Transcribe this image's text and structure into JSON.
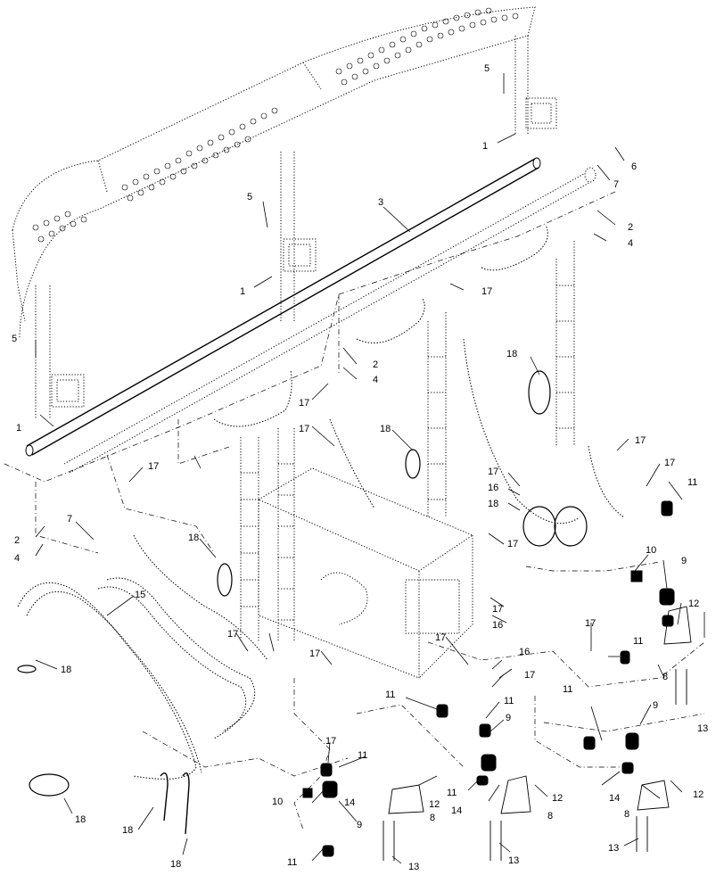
{
  "diagram": {
    "callouts": [
      {
        "id": "c-5a",
        "text": "5"
      },
      {
        "id": "c-1a",
        "text": "1"
      },
      {
        "id": "c-6",
        "text": "6"
      },
      {
        "id": "c-7a",
        "text": "7"
      },
      {
        "id": "c-3",
        "text": "3"
      },
      {
        "id": "c-5b",
        "text": "5"
      },
      {
        "id": "c-2a",
        "text": "2"
      },
      {
        "id": "c-4a",
        "text": "4"
      },
      {
        "id": "c-1b",
        "text": "1"
      },
      {
        "id": "c-17a",
        "text": "17"
      },
      {
        "id": "c-5c",
        "text": "5"
      },
      {
        "id": "c-2b",
        "text": "2"
      },
      {
        "id": "c-4b",
        "text": "4"
      },
      {
        "id": "c-18a",
        "text": "18"
      },
      {
        "id": "c-17b",
        "text": "17"
      },
      {
        "id": "c-1c",
        "text": "1"
      },
      {
        "id": "c-17c",
        "text": "17"
      },
      {
        "id": "c-18b",
        "text": "18"
      },
      {
        "id": "c-17d",
        "text": "17"
      },
      {
        "id": "c-17e",
        "text": "17"
      },
      {
        "id": "c-17f",
        "text": "17"
      },
      {
        "id": "c-11a",
        "text": "11"
      },
      {
        "id": "c-17g",
        "text": "17"
      },
      {
        "id": "c-16a",
        "text": "16"
      },
      {
        "id": "c-18c",
        "text": "18"
      },
      {
        "id": "c-2c",
        "text": "2"
      },
      {
        "id": "c-4c",
        "text": "4"
      },
      {
        "id": "c-7b",
        "text": "7"
      },
      {
        "id": "c-17h",
        "text": "17"
      },
      {
        "id": "c-10a",
        "text": "10"
      },
      {
        "id": "c-9a",
        "text": "9"
      },
      {
        "id": "c-18d",
        "text": "18"
      },
      {
        "id": "c-15",
        "text": "15"
      },
      {
        "id": "c-17i",
        "text": "17"
      },
      {
        "id": "c-16b",
        "text": "16"
      },
      {
        "id": "c-17j",
        "text": "17"
      },
      {
        "id": "c-12a",
        "text": "12"
      },
      {
        "id": "c-17k",
        "text": "17"
      },
      {
        "id": "c-11b",
        "text": "11"
      },
      {
        "id": "c-17l",
        "text": "17"
      },
      {
        "id": "c-16c",
        "text": "16"
      },
      {
        "id": "c-8a",
        "text": "8"
      },
      {
        "id": "c-18e",
        "text": "18"
      },
      {
        "id": "c-17m",
        "text": "17"
      },
      {
        "id": "c-17n",
        "text": "17"
      },
      {
        "id": "c-11c",
        "text": "11"
      },
      {
        "id": "c-11d",
        "text": "11"
      },
      {
        "id": "c-9b",
        "text": "9"
      },
      {
        "id": "c-11e",
        "text": "11"
      },
      {
        "id": "c-13a",
        "text": "13"
      },
      {
        "id": "c-9c",
        "text": "9"
      },
      {
        "id": "c-17o",
        "text": "17"
      },
      {
        "id": "c-11f",
        "text": "11"
      },
      {
        "id": "c-10b",
        "text": "10"
      },
      {
        "id": "c-11g",
        "text": "11"
      },
      {
        "id": "c-14a",
        "text": "14"
      },
      {
        "id": "c-12b",
        "text": "12"
      },
      {
        "id": "c-14b",
        "text": "14"
      },
      {
        "id": "c-12c",
        "text": "12"
      },
      {
        "id": "c-14c",
        "text": "14"
      },
      {
        "id": "c-12d",
        "text": "12"
      },
      {
        "id": "c-18f",
        "text": "18"
      },
      {
        "id": "c-9d",
        "text": "9"
      },
      {
        "id": "c-8b",
        "text": "8"
      },
      {
        "id": "c-8c",
        "text": "8"
      },
      {
        "id": "c-8d",
        "text": "8"
      },
      {
        "id": "c-13b",
        "text": "13"
      },
      {
        "id": "c-18g",
        "text": "18"
      },
      {
        "id": "c-11h",
        "text": "11"
      },
      {
        "id": "c-13c",
        "text": "13"
      },
      {
        "id": "c-13d",
        "text": "13"
      },
      {
        "id": "c-18h",
        "text": "18"
      }
    ]
  }
}
